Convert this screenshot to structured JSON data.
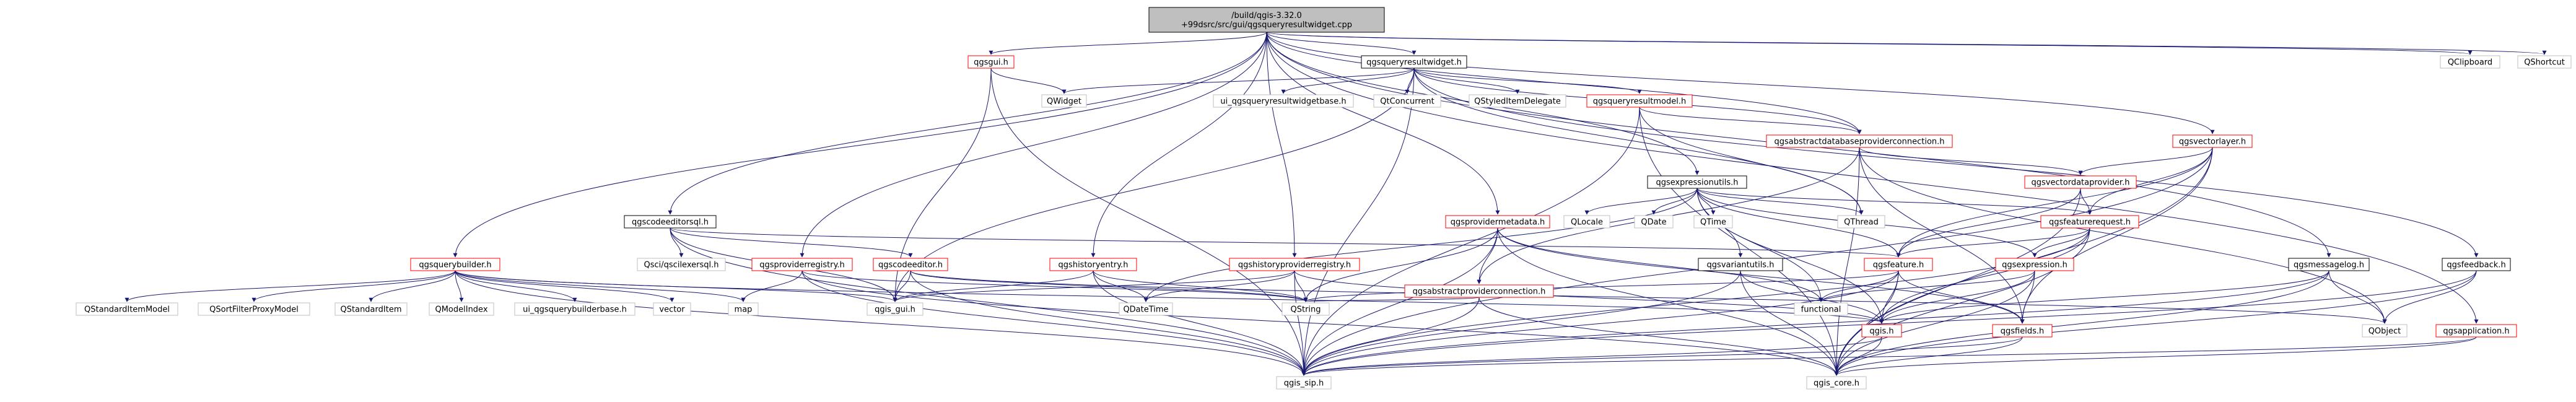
{
  "graph": {
    "root_title": [
      "/build/qgis-3.32.0",
      "+99dsrc/src/gui/qgsqueryresultwidget.cpp"
    ],
    "nodes": [
      {
        "id": "root",
        "lines": [
          "/build/qgis-3.32.0",
          "+99dsrc/src/gui/qgsqueryresultwidget.cpp"
        ],
        "kind": "root"
      },
      {
        "id": "qgsgui_h",
        "lines": [
          "qgsgui.h"
        ],
        "kind": "red"
      },
      {
        "id": "QWidget",
        "lines": [
          "QWidget"
        ],
        "kind": "gray"
      },
      {
        "id": "qgsqueryresultwidget_h",
        "lines": [
          "qgsqueryresultwidget.h"
        ],
        "kind": "black"
      },
      {
        "id": "ui_qgsqueryresultwidgetbase_h",
        "lines": [
          "ui_qgsqueryresultwidgetbase.h"
        ],
        "kind": "gray"
      },
      {
        "id": "QtConcurrent",
        "lines": [
          "QtConcurrent"
        ],
        "kind": "gray"
      },
      {
        "id": "QStyledItemDelegate",
        "lines": [
          "QStyledItemDelegate"
        ],
        "kind": "gray"
      },
      {
        "id": "qgsqueryresultmodel_h",
        "lines": [
          "qgsqueryresultmodel.h"
        ],
        "kind": "red"
      },
      {
        "id": "qgsabstractdatabaseproviderconnection_h",
        "lines": [
          "qgsabstractdatabaseproviderconnection.h"
        ],
        "kind": "red"
      },
      {
        "id": "qgsvectorlayer_h",
        "lines": [
          "qgsvectorlayer.h"
        ],
        "kind": "red"
      },
      {
        "id": "QClipboard",
        "lines": [
          "QClipboard"
        ],
        "kind": "gray"
      },
      {
        "id": "QShortcut",
        "lines": [
          "QShortcut"
        ],
        "kind": "gray"
      },
      {
        "id": "qgsvectordataprovider_h",
        "lines": [
          "qgsvectordataprovider.h"
        ],
        "kind": "red"
      },
      {
        "id": "qgsexpressionutils_h",
        "lines": [
          "qgsexpressionutils.h"
        ],
        "kind": "black"
      },
      {
        "id": "QLocale",
        "lines": [
          "QLocale"
        ],
        "kind": "gray"
      },
      {
        "id": "QDate",
        "lines": [
          "QDate"
        ],
        "kind": "gray"
      },
      {
        "id": "QTime",
        "lines": [
          "QTime"
        ],
        "kind": "gray"
      },
      {
        "id": "QThread",
        "lines": [
          "QThread"
        ],
        "kind": "gray"
      },
      {
        "id": "qgsfeaturerequest_h",
        "lines": [
          "qgsfeaturerequest.h"
        ],
        "kind": "red"
      },
      {
        "id": "qgscodeeditorsql_h",
        "lines": [
          "qgscodeeditorsql.h"
        ],
        "kind": "black"
      },
      {
        "id": "qgsprovidermetadata_h",
        "lines": [
          "qgsprovidermetadata.h"
        ],
        "kind": "red"
      },
      {
        "id": "qgsquerybuilder_h",
        "lines": [
          "qgsquerybuilder.h"
        ],
        "kind": "red"
      },
      {
        "id": "Qsciqscilexersql_h",
        "lines": [
          "Qsci/qscilexersql.h"
        ],
        "kind": "gray"
      },
      {
        "id": "qgsproviderregistry_h",
        "lines": [
          "qgsproviderregistry.h"
        ],
        "kind": "red"
      },
      {
        "id": "qgscodeeditor_h",
        "lines": [
          "qgscodeeditor.h"
        ],
        "kind": "red"
      },
      {
        "id": "qgshistoryentry_h",
        "lines": [
          "qgshistoryentry.h"
        ],
        "kind": "red"
      },
      {
        "id": "qgshistoryproviderregistry_h",
        "lines": [
          "qgshistoryproviderregistry.h"
        ],
        "kind": "red"
      },
      {
        "id": "qgsabstractproviderconnection_h",
        "lines": [
          "qgsabstractproviderconnection.h"
        ],
        "kind": "red"
      },
      {
        "id": "qgsvariantutils_h",
        "lines": [
          "qgsvariantutils.h"
        ],
        "kind": "black"
      },
      {
        "id": "qgsfeature_h",
        "lines": [
          "qgsfeature.h"
        ],
        "kind": "red"
      },
      {
        "id": "qgsexpression_h",
        "lines": [
          "qgsexpression.h"
        ],
        "kind": "red"
      },
      {
        "id": "qgsmessagelog_h",
        "lines": [
          "qgsmessagelog.h"
        ],
        "kind": "black"
      },
      {
        "id": "qgsfeedback_h",
        "lines": [
          "qgsfeedback.h"
        ],
        "kind": "black"
      },
      {
        "id": "QStandardItemModel",
        "lines": [
          "QStandardItemModel"
        ],
        "kind": "gray"
      },
      {
        "id": "QSortFilterProxyModel",
        "lines": [
          "QSortFilterProxyModel"
        ],
        "kind": "gray"
      },
      {
        "id": "QStandardItem",
        "lines": [
          "QStandardItem"
        ],
        "kind": "gray"
      },
      {
        "id": "QModelIndex",
        "lines": [
          "QModelIndex"
        ],
        "kind": "gray"
      },
      {
        "id": "ui_qgsquerybuilderbase_h",
        "lines": [
          "ui_qgsquerybuilderbase.h"
        ],
        "kind": "gray"
      },
      {
        "id": "vector",
        "lines": [
          "vector"
        ],
        "kind": "gray"
      },
      {
        "id": "map",
        "lines": [
          "map"
        ],
        "kind": "gray"
      },
      {
        "id": "qgis_gui_h",
        "lines": [
          "qgis_gui.h"
        ],
        "kind": "gray"
      },
      {
        "id": "QDateTime",
        "lines": [
          "QDateTime"
        ],
        "kind": "gray"
      },
      {
        "id": "QString",
        "lines": [
          "QString"
        ],
        "kind": "gray"
      },
      {
        "id": "functional",
        "lines": [
          "functional"
        ],
        "kind": "gray"
      },
      {
        "id": "qgis_h",
        "lines": [
          "qgis.h"
        ],
        "kind": "red"
      },
      {
        "id": "qgsfields_h",
        "lines": [
          "qgsfields.h"
        ],
        "kind": "red"
      },
      {
        "id": "QObject",
        "lines": [
          "QObject"
        ],
        "kind": "gray"
      },
      {
        "id": "qgsapplication_h",
        "lines": [
          "qgsapplication.h"
        ],
        "kind": "red"
      },
      {
        "id": "qgis_sip_h",
        "lines": [
          "qgis_sip.h"
        ],
        "kind": "gray"
      },
      {
        "id": "qgis_core_h",
        "lines": [
          "qgis_core.h"
        ],
        "kind": "gray"
      }
    ],
    "edges": [
      [
        "root",
        "qgsgui_h"
      ],
      [
        "root",
        "qgsqueryresultwidget_h"
      ],
      [
        "root",
        "qgsabstractdatabaseproviderconnection_h"
      ],
      [
        "root",
        "qgsvectorlayer_h"
      ],
      [
        "root",
        "QClipboard"
      ],
      [
        "root",
        "QShortcut"
      ],
      [
        "root",
        "qgsexpressionutils_h"
      ],
      [
        "root",
        "qgscodeeditorsql_h"
      ],
      [
        "root",
        "qgsprovidermetadata_h"
      ],
      [
        "root",
        "qgsquerybuilder_h"
      ],
      [
        "root",
        "qgsproviderregistry_h"
      ],
      [
        "root",
        "qgshistoryentry_h"
      ],
      [
        "root",
        "qgshistoryproviderregistry_h"
      ],
      [
        "root",
        "qgsmessagelog_h"
      ],
      [
        "root",
        "qgsapplication_h"
      ],
      [
        "qgsgui_h",
        "QWidget"
      ],
      [
        "qgsgui_h",
        "qgis_gui_h"
      ],
      [
        "qgsgui_h",
        "qgis_sip_h"
      ],
      [
        "qgsqueryresultwidget_h",
        "QWidget"
      ],
      [
        "qgsqueryresultwidget_h",
        "ui_qgsqueryresultwidgetbase_h"
      ],
      [
        "qgsqueryresultwidget_h",
        "QtConcurrent"
      ],
      [
        "qgsqueryresultwidget_h",
        "QStyledItemDelegate"
      ],
      [
        "qgsqueryresultwidget_h",
        "qgsqueryresultmodel_h"
      ],
      [
        "qgsqueryresultwidget_h",
        "qgsabstractdatabaseproviderconnection_h"
      ],
      [
        "qgsqueryresultwidget_h",
        "QThread"
      ],
      [
        "qgsqueryresultwidget_h",
        "qgsfeedback_h"
      ],
      [
        "qgsqueryresultwidget_h",
        "qgis_gui_h"
      ],
      [
        "qgsqueryresultwidget_h",
        "qgis_sip_h"
      ],
      [
        "qgsqueryresultmodel_h",
        "qgsabstractdatabaseproviderconnection_h"
      ],
      [
        "qgsqueryresultmodel_h",
        "QThread"
      ],
      [
        "qgsqueryresultmodel_h",
        "qgis_core_h"
      ],
      [
        "qgsqueryresultmodel_h",
        "qgis_sip_h"
      ],
      [
        "qgsabstractdatabaseproviderconnection_h",
        "qgsvectordataprovider_h"
      ],
      [
        "qgsabstractdatabaseproviderconnection_h",
        "qgsabstractproviderconnection_h"
      ],
      [
        "qgsabstractdatabaseproviderconnection_h",
        "qgsfields_h"
      ],
      [
        "qgsabstractdatabaseproviderconnection_h",
        "QObject"
      ],
      [
        "qgsabstractdatabaseproviderconnection_h",
        "qgis_core_h"
      ],
      [
        "qgsvectorlayer_h",
        "qgsvectordataprovider_h"
      ],
      [
        "qgsvectorlayer_h",
        "qgsfeaturerequest_h"
      ],
      [
        "qgsvectorlayer_h",
        "qgsfeature_h"
      ],
      [
        "qgsvectorlayer_h",
        "qgsfields_h"
      ],
      [
        "qgsvectorlayer_h",
        "qgis_core_h"
      ],
      [
        "qgsvectorlayer_h",
        "qgis_sip_h"
      ],
      [
        "qgsvectordataprovider_h",
        "qgsfeaturerequest_h"
      ],
      [
        "qgsvectordataprovider_h",
        "qgsfeature_h"
      ],
      [
        "qgsvectordataprovider_h",
        "qgis_core_h"
      ],
      [
        "qgsexpressionutils_h",
        "QLocale"
      ],
      [
        "qgsexpressionutils_h",
        "QDate"
      ],
      [
        "qgsexpressionutils_h",
        "QTime"
      ],
      [
        "qgsexpressionutils_h",
        "QThread"
      ],
      [
        "qgsexpressionutils_h",
        "QDateTime"
      ],
      [
        "qgsexpressionutils_h",
        "qgsfeaturerequest_h"
      ],
      [
        "qgsexpressionutils_h",
        "qgsvariantutils_h"
      ],
      [
        "qgsexpressionutils_h",
        "qgsfeature_h"
      ],
      [
        "qgsexpressionutils_h",
        "qgsexpression_h"
      ],
      [
        "qgsexpressionutils_h",
        "functional"
      ],
      [
        "qgsexpressionutils_h",
        "qgis_h"
      ],
      [
        "qgsfeaturerequest_h",
        "qgsfeature_h"
      ],
      [
        "qgsfeaturerequest_h",
        "qgsexpression_h"
      ],
      [
        "qgsfeaturerequest_h",
        "qgis_h"
      ],
      [
        "qgsfeaturerequest_h",
        "qgis_core_h"
      ],
      [
        "qgsfeaturerequest_h",
        "qgis_sip_h"
      ],
      [
        "qgscodeeditorsql_h",
        "Qsciqscilexersql_h"
      ],
      [
        "qgscodeeditorsql_h",
        "qgscodeeditor_h"
      ],
      [
        "qgscodeeditorsql_h",
        "qgis_gui_h"
      ],
      [
        "qgscodeeditorsql_h",
        "qgis_sip_h"
      ],
      [
        "qgscodeeditorsql_h",
        "qgsfeature_h"
      ],
      [
        "qgsprovidermetadata_h",
        "qgsabstractproviderconnection_h"
      ],
      [
        "qgsprovidermetadata_h",
        "QString"
      ],
      [
        "qgsprovidermetadata_h",
        "functional"
      ],
      [
        "qgsprovidermetadata_h",
        "qgis_sip_h"
      ],
      [
        "qgsprovidermetadata_h",
        "qgis_core_h"
      ],
      [
        "qgsprovidermetadata_h",
        "qgsfields_h"
      ],
      [
        "qgsquerybuilder_h",
        "QStandardItemModel"
      ],
      [
        "qgsquerybuilder_h",
        "QSortFilterProxyModel"
      ],
      [
        "qgsquerybuilder_h",
        "QStandardItem"
      ],
      [
        "qgsquerybuilder_h",
        "QModelIndex"
      ],
      [
        "qgsquerybuilder_h",
        "ui_qgsquerybuilderbase_h"
      ],
      [
        "qgsquerybuilder_h",
        "vector"
      ],
      [
        "qgsquerybuilder_h",
        "map"
      ],
      [
        "qgsquerybuilder_h",
        "qgis_gui_h"
      ],
      [
        "qgsquerybuilder_h",
        "qgis_sip_h"
      ],
      [
        "qgsquerybuilder_h",
        "qgis_h"
      ],
      [
        "qgsproviderregistry_h",
        "map"
      ],
      [
        "qgsproviderregistry_h",
        "QString"
      ],
      [
        "qgsproviderregistry_h",
        "qgis_sip_h"
      ],
      [
        "qgsproviderregistry_h",
        "qgis_core_h"
      ],
      [
        "qgscodeeditor_h",
        "QString"
      ],
      [
        "qgscodeeditor_h",
        "qgis_gui_h"
      ],
      [
        "qgscodeeditor_h",
        "qgis_sip_h"
      ],
      [
        "qgscodeeditor_h",
        "QObject"
      ],
      [
        "qgshistoryentry_h",
        "QDateTime"
      ],
      [
        "qgshistoryentry_h",
        "QString"
      ],
      [
        "qgshistoryentry_h",
        "qgis_gui_h"
      ],
      [
        "qgshistoryentry_h",
        "qgis_sip_h"
      ],
      [
        "qgshistoryproviderregistry_h",
        "QDateTime"
      ],
      [
        "qgshistoryproviderregistry_h",
        "QString"
      ],
      [
        "qgshistoryproviderregistry_h",
        "qgis_gui_h"
      ],
      [
        "qgshistoryproviderregistry_h",
        "qgis_sip_h"
      ],
      [
        "qgshistoryproviderregistry_h",
        "qgis_h"
      ],
      [
        "qgsabstractproviderconnection_h",
        "QString"
      ],
      [
        "qgsabstractproviderconnection_h",
        "qgis_core_h"
      ],
      [
        "qgsabstractproviderconnection_h",
        "qgis_sip_h"
      ],
      [
        "qgsvariantutils_h",
        "qgis_h"
      ],
      [
        "qgsvariantutils_h",
        "qgis_sip_h"
      ],
      [
        "qgsvariantutils_h",
        "qgis_core_h"
      ],
      [
        "qgsfeature_h",
        "qgsfields_h"
      ],
      [
        "qgsfeature_h",
        "qgis_h"
      ],
      [
        "qgsfeature_h",
        "functional"
      ],
      [
        "qgsfeature_h",
        "qgis_core_h"
      ],
      [
        "qgsfeature_h",
        "qgis_sip_h"
      ],
      [
        "qgsfeature_h",
        "QString"
      ],
      [
        "qgsexpression_h",
        "qgsfields_h"
      ],
      [
        "qgsexpression_h",
        "qgis_h"
      ],
      [
        "qgsexpression_h",
        "functional"
      ],
      [
        "qgsexpression_h",
        "qgis_core_h"
      ],
      [
        "qgsmessagelog_h",
        "qgis_h"
      ],
      [
        "qgsmessagelog_h",
        "QObject"
      ],
      [
        "qgsmessagelog_h",
        "qgis_core_h"
      ],
      [
        "qgsmessagelog_h",
        "qgis_sip_h"
      ],
      [
        "qgsfeedback_h",
        "QObject"
      ],
      [
        "qgsfeedback_h",
        "qgis_core_h"
      ],
      [
        "qgsfeedback_h",
        "qgis_sip_h"
      ],
      [
        "qgis_h",
        "qgis_sip_h"
      ],
      [
        "qgis_h",
        "qgis_core_h"
      ],
      [
        "qgsfields_h",
        "qgis_sip_h"
      ],
      [
        "qgsfields_h",
        "qgis_core_h"
      ],
      [
        "qgsapplication_h",
        "qgis_core_h"
      ],
      [
        "qgsapplication_h",
        "qgis_sip_h"
      ]
    ],
    "colors": {
      "red": "#ff0000",
      "black": "#000000",
      "gray": "#bfbfbf",
      "root_fill": "#bfbfbf",
      "edge": "#191970",
      "text": "#000000"
    }
  }
}
